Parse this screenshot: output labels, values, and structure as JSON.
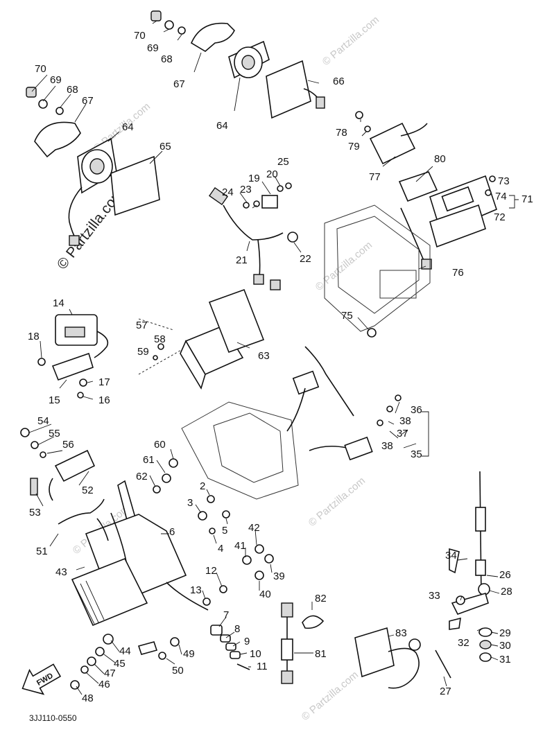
{
  "diagram": {
    "drawing_code": "3JJ110-0550",
    "watermark": "© Partzilla.com",
    "direction_label": "FWD",
    "callouts": [
      {
        "id": "70a",
        "text": "70"
      },
      {
        "id": "69a",
        "text": "69"
      },
      {
        "id": "68a",
        "text": "68"
      },
      {
        "id": "67a",
        "text": "67"
      },
      {
        "id": "64a",
        "text": "64"
      },
      {
        "id": "66",
        "text": "66"
      },
      {
        "id": "70b",
        "text": "70"
      },
      {
        "id": "69b",
        "text": "69"
      },
      {
        "id": "68b",
        "text": "68"
      },
      {
        "id": "67b",
        "text": "67"
      },
      {
        "id": "64b",
        "text": "64"
      },
      {
        "id": "65",
        "text": "65"
      },
      {
        "id": "78",
        "text": "78"
      },
      {
        "id": "79",
        "text": "79"
      },
      {
        "id": "77",
        "text": "77"
      },
      {
        "id": "80",
        "text": "80"
      },
      {
        "id": "73",
        "text": "73"
      },
      {
        "id": "74",
        "text": "74"
      },
      {
        "id": "71",
        "text": "71"
      },
      {
        "id": "72",
        "text": "72"
      },
      {
        "id": "25",
        "text": "25"
      },
      {
        "id": "20",
        "text": "20"
      },
      {
        "id": "19",
        "text": "19"
      },
      {
        "id": "23",
        "text": "23"
      },
      {
        "id": "24",
        "text": "24"
      },
      {
        "id": "21",
        "text": "21"
      },
      {
        "id": "22",
        "text": "22"
      },
      {
        "id": "76",
        "text": "76"
      },
      {
        "id": "75",
        "text": "75"
      },
      {
        "id": "14",
        "text": "14"
      },
      {
        "id": "18",
        "text": "18"
      },
      {
        "id": "15",
        "text": "15"
      },
      {
        "id": "17",
        "text": "17"
      },
      {
        "id": "16",
        "text": "16"
      },
      {
        "id": "57",
        "text": "57"
      },
      {
        "id": "58",
        "text": "58"
      },
      {
        "id": "59",
        "text": "59"
      },
      {
        "id": "63",
        "text": "63"
      },
      {
        "id": "36",
        "text": "36"
      },
      {
        "id": "38a",
        "text": "38"
      },
      {
        "id": "37",
        "text": "37"
      },
      {
        "id": "38b",
        "text": "38"
      },
      {
        "id": "35",
        "text": "35"
      },
      {
        "id": "54",
        "text": "54"
      },
      {
        "id": "55",
        "text": "55"
      },
      {
        "id": "56",
        "text": "56"
      },
      {
        "id": "52",
        "text": "52"
      },
      {
        "id": "53",
        "text": "53"
      },
      {
        "id": "51",
        "text": "51"
      },
      {
        "id": "60",
        "text": "60"
      },
      {
        "id": "61",
        "text": "61"
      },
      {
        "id": "62",
        "text": "62"
      },
      {
        "id": "2",
        "text": "2"
      },
      {
        "id": "3",
        "text": "3"
      },
      {
        "id": "5",
        "text": "5"
      },
      {
        "id": "4",
        "text": "4"
      },
      {
        "id": "42",
        "text": "42"
      },
      {
        "id": "41",
        "text": "41"
      },
      {
        "id": "39",
        "text": "39"
      },
      {
        "id": "40",
        "text": "40"
      },
      {
        "id": "6",
        "text": "6"
      },
      {
        "id": "43",
        "text": "43"
      },
      {
        "id": "12",
        "text": "12"
      },
      {
        "id": "13",
        "text": "13"
      },
      {
        "id": "7",
        "text": "7"
      },
      {
        "id": "8",
        "text": "8"
      },
      {
        "id": "9",
        "text": "9"
      },
      {
        "id": "10",
        "text": "10"
      },
      {
        "id": "11",
        "text": "11"
      },
      {
        "id": "82",
        "text": "82"
      },
      {
        "id": "81",
        "text": "81"
      },
      {
        "id": "83",
        "text": "83"
      },
      {
        "id": "34",
        "text": "34"
      },
      {
        "id": "26",
        "text": "26"
      },
      {
        "id": "28",
        "text": "28"
      },
      {
        "id": "33",
        "text": "33"
      },
      {
        "id": "32",
        "text": "32"
      },
      {
        "id": "29",
        "text": "29"
      },
      {
        "id": "30",
        "text": "30"
      },
      {
        "id": "31",
        "text": "31"
      },
      {
        "id": "27",
        "text": "27"
      },
      {
        "id": "44",
        "text": "44"
      },
      {
        "id": "45",
        "text": "45"
      },
      {
        "id": "47",
        "text": "47"
      },
      {
        "id": "46",
        "text": "46"
      },
      {
        "id": "48",
        "text": "48"
      },
      {
        "id": "49",
        "text": "49"
      },
      {
        "id": "50",
        "text": "50"
      }
    ]
  }
}
